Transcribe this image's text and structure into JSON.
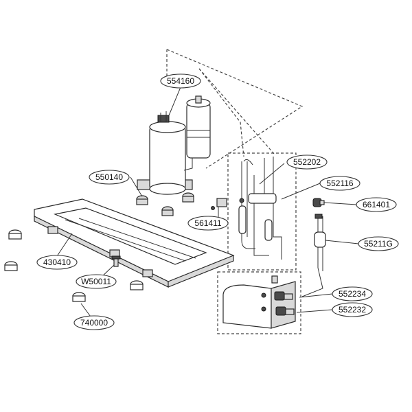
{
  "labels": {
    "compressor": "554160",
    "mount_rubber": "550140",
    "base_pan": "430410",
    "screw": "W50011",
    "foot_cushion": "740000",
    "sensor_block": "561411",
    "reversing_valve_assy": "552202",
    "pipe_4way": "552116",
    "cap_part": "661401",
    "capillary_assy": "55211G",
    "service_valve_a": "552234",
    "service_valve_b": "552232"
  }
}
